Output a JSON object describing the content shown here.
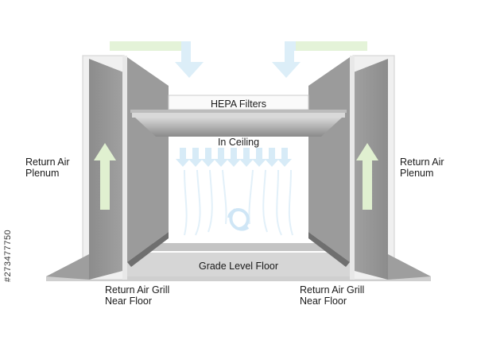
{
  "labels": {
    "hepa": "HEPA Filters",
    "ceiling": "In Ceiling",
    "floor": "Grade Level Floor",
    "return_air_left": "Return Air\nPlenum",
    "return_air_right": "Return Air\nPlenum",
    "grill_left": "Return Air Grill\nNear Floor",
    "grill_right": "Return Air Grill\nNear Floor",
    "side_id": "#273477750"
  },
  "colors": {
    "wall_dark": "#8f8f8f",
    "wall_mid": "#a6a6a6",
    "panel": "#bdbdbd",
    "frame": "#cfcfcf",
    "green_arrow": "#dff0cf",
    "blue_arrow": "#cfe6f6",
    "airflow": "#cfe6f6"
  },
  "icons": [
    "down-arrow-icon",
    "up-arrow-icon",
    "recirculation-icon"
  ]
}
